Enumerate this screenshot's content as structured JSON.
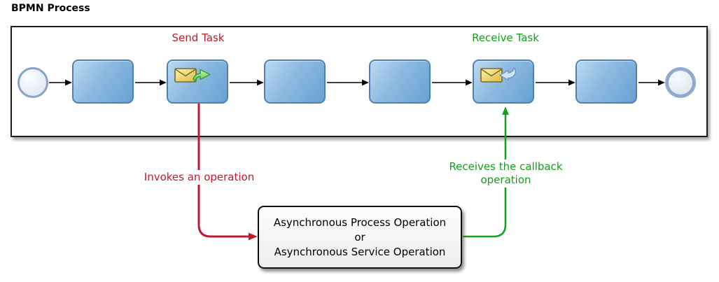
{
  "title": "BPMN Process",
  "process": {
    "send_task_label": "Send Task",
    "receive_task_label": "Receive Task",
    "nodes": [
      "start-event",
      "task",
      "send-task",
      "task",
      "task",
      "receive-task",
      "task",
      "end-event"
    ]
  },
  "annotations": {
    "invokes": "Invokes an operation",
    "receives_line1": "Receives the callback",
    "receives_line2": "operation"
  },
  "operation_box": {
    "line1": "Asynchronous Process Operation",
    "line2": "or",
    "line3": "Asynchronous Service Operation"
  },
  "icons": {
    "send": "envelope-with-outgoing-green-arrow",
    "receive": "envelope-with-incoming-blue-arrow"
  },
  "colors": {
    "send_accent": "#c1182c",
    "receive_accent": "#12a01c",
    "task_fill_light": "#bcd9ef",
    "task_fill_dark": "#67a2d1",
    "task_border": "#4d80b3",
    "flow_arrow": "#000000",
    "container_border": "#1c1c1c"
  }
}
